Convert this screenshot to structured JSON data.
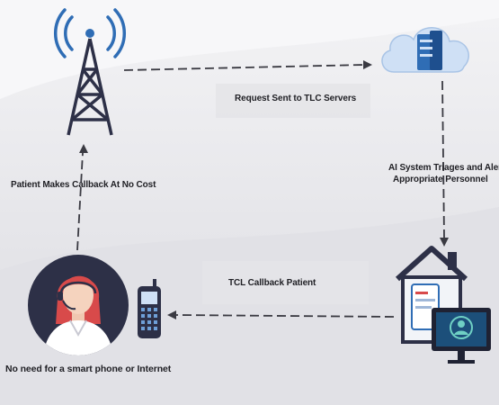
{
  "diagram": {
    "steps": {
      "request": "Request Sent to TLC Servers",
      "triage_line1": "AI System Triages and Alerts",
      "triage_line2": "Appropriate Personnel",
      "callback": "TCL Callback Patient",
      "patient_call": "Patient Makes Callback At No Cost",
      "note": "No need for a smart phone or Internet"
    },
    "icons": [
      "cell-tower-icon",
      "cloud-server-icon",
      "house-devices-icon",
      "patient-avatar-icon",
      "mobile-phone-icon"
    ],
    "colors": {
      "accent_blue": "#2f6db5",
      "navy": "#2d3047",
      "red_hair": "#d84a4a",
      "cloud": "#cfe0f5"
    }
  }
}
